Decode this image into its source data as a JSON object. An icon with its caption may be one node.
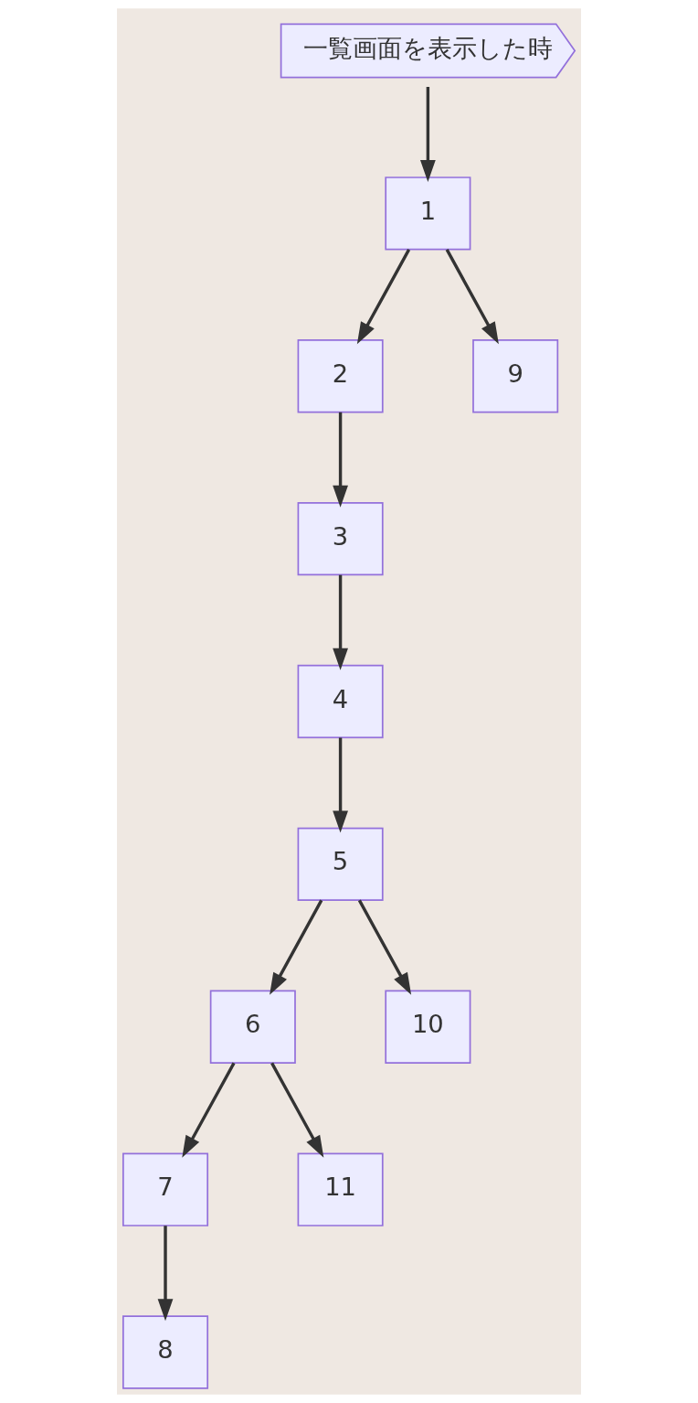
{
  "diagram": {
    "nodes": [
      {
        "text": [
          "一覧画面を表示した時"
        ]
      },
      {
        "text": [
          "1"
        ]
      },
      {
        "text": [
          "2"
        ]
      },
      {
        "text": [
          "9"
        ]
      },
      {
        "text": [
          "3"
        ]
      },
      {
        "text": [
          "4"
        ]
      },
      {
        "text": [
          "5"
        ]
      },
      {
        "text": [
          "6"
        ]
      },
      {
        "text": [
          "10"
        ]
      },
      {
        "text": [
          "7"
        ]
      },
      {
        "text": [
          "11"
        ]
      },
      {
        "text": [
          "8"
        ]
      }
    ],
    "edges": [
      {
        "from": 0,
        "to": 1,
        "arrow": "to"
      },
      {
        "from": 1,
        "to": 2,
        "arrow": "to"
      },
      {
        "from": 1,
        "to": 3,
        "arrow": "to"
      },
      {
        "from": 2,
        "to": 4,
        "arrow": "to"
      },
      {
        "from": 4,
        "to": 5,
        "arrow": "to"
      },
      {
        "from": 5,
        "to": 6,
        "arrow": "to"
      },
      {
        "from": 6,
        "to": 7,
        "arrow": "to"
      },
      {
        "from": 6,
        "to": 8,
        "arrow": "to"
      },
      {
        "from": 7,
        "to": 9,
        "arrow": "to"
      },
      {
        "from": 7,
        "to": 10,
        "arrow": "to"
      },
      {
        "from": 9,
        "to": 11,
        "arrow": "to"
      }
    ]
  }
}
